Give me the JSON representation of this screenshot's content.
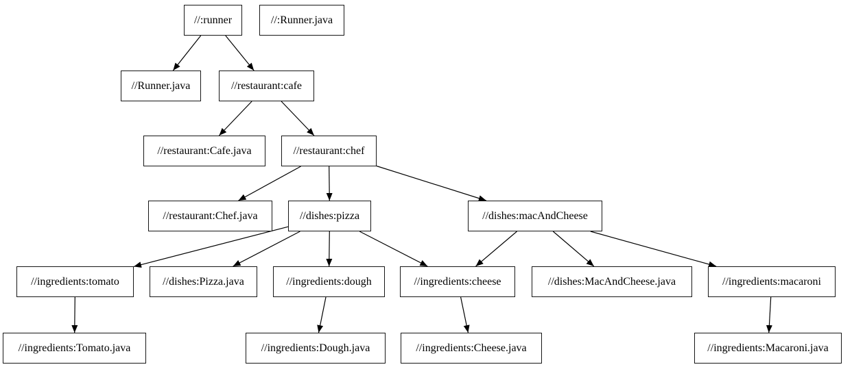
{
  "graph": {
    "type": "directed-dependency-graph",
    "nodes": [
      {
        "id": "runner",
        "label": "//:runner"
      },
      {
        "id": "runner_java_root",
        "label": "//:Runner.java"
      },
      {
        "id": "runner_java",
        "label": "//Runner.java"
      },
      {
        "id": "cafe",
        "label": "//restaurant:cafe"
      },
      {
        "id": "cafe_java",
        "label": "//restaurant:Cafe.java"
      },
      {
        "id": "chef",
        "label": "//restaurant:chef"
      },
      {
        "id": "chef_java",
        "label": "//restaurant:Chef.java"
      },
      {
        "id": "pizza",
        "label": "//dishes:pizza"
      },
      {
        "id": "mac_and_cheese",
        "label": "//dishes:macAndCheese"
      },
      {
        "id": "tomato",
        "label": "//ingredients:tomato"
      },
      {
        "id": "pizza_java",
        "label": "//dishes:Pizza.java"
      },
      {
        "id": "dough",
        "label": "//ingredients:dough"
      },
      {
        "id": "cheese",
        "label": "//ingredients:cheese"
      },
      {
        "id": "mac_and_cheese_java",
        "label": "//dishes:MacAndCheese.java"
      },
      {
        "id": "macaroni",
        "label": "//ingredients:macaroni"
      },
      {
        "id": "tomato_java",
        "label": "//ingredients:Tomato.java"
      },
      {
        "id": "dough_java",
        "label": "//ingredients:Dough.java"
      },
      {
        "id": "cheese_java",
        "label": "//ingredients:Cheese.java"
      },
      {
        "id": "macaroni_java",
        "label": "//ingredients:Macaroni.java"
      }
    ],
    "edges": [
      {
        "from": "runner",
        "to": "runner_java"
      },
      {
        "from": "runner",
        "to": "cafe"
      },
      {
        "from": "cafe",
        "to": "cafe_java"
      },
      {
        "from": "cafe",
        "to": "chef"
      },
      {
        "from": "chef",
        "to": "chef_java"
      },
      {
        "from": "chef",
        "to": "pizza"
      },
      {
        "from": "chef",
        "to": "mac_and_cheese"
      },
      {
        "from": "pizza",
        "to": "tomato"
      },
      {
        "from": "pizza",
        "to": "pizza_java"
      },
      {
        "from": "pizza",
        "to": "dough"
      },
      {
        "from": "pizza",
        "to": "cheese"
      },
      {
        "from": "mac_and_cheese",
        "to": "cheese"
      },
      {
        "from": "mac_and_cheese",
        "to": "mac_and_cheese_java"
      },
      {
        "from": "mac_and_cheese",
        "to": "macaroni"
      },
      {
        "from": "tomato",
        "to": "tomato_java"
      },
      {
        "from": "dough",
        "to": "dough_java"
      },
      {
        "from": "cheese",
        "to": "cheese_java"
      },
      {
        "from": "macaroni",
        "to": "macaroni_java"
      }
    ]
  },
  "colors": {
    "background": "#ffffff",
    "node_fill": "#ffffff",
    "node_border": "#161616",
    "edge": "#000000",
    "text": "#000000"
  }
}
